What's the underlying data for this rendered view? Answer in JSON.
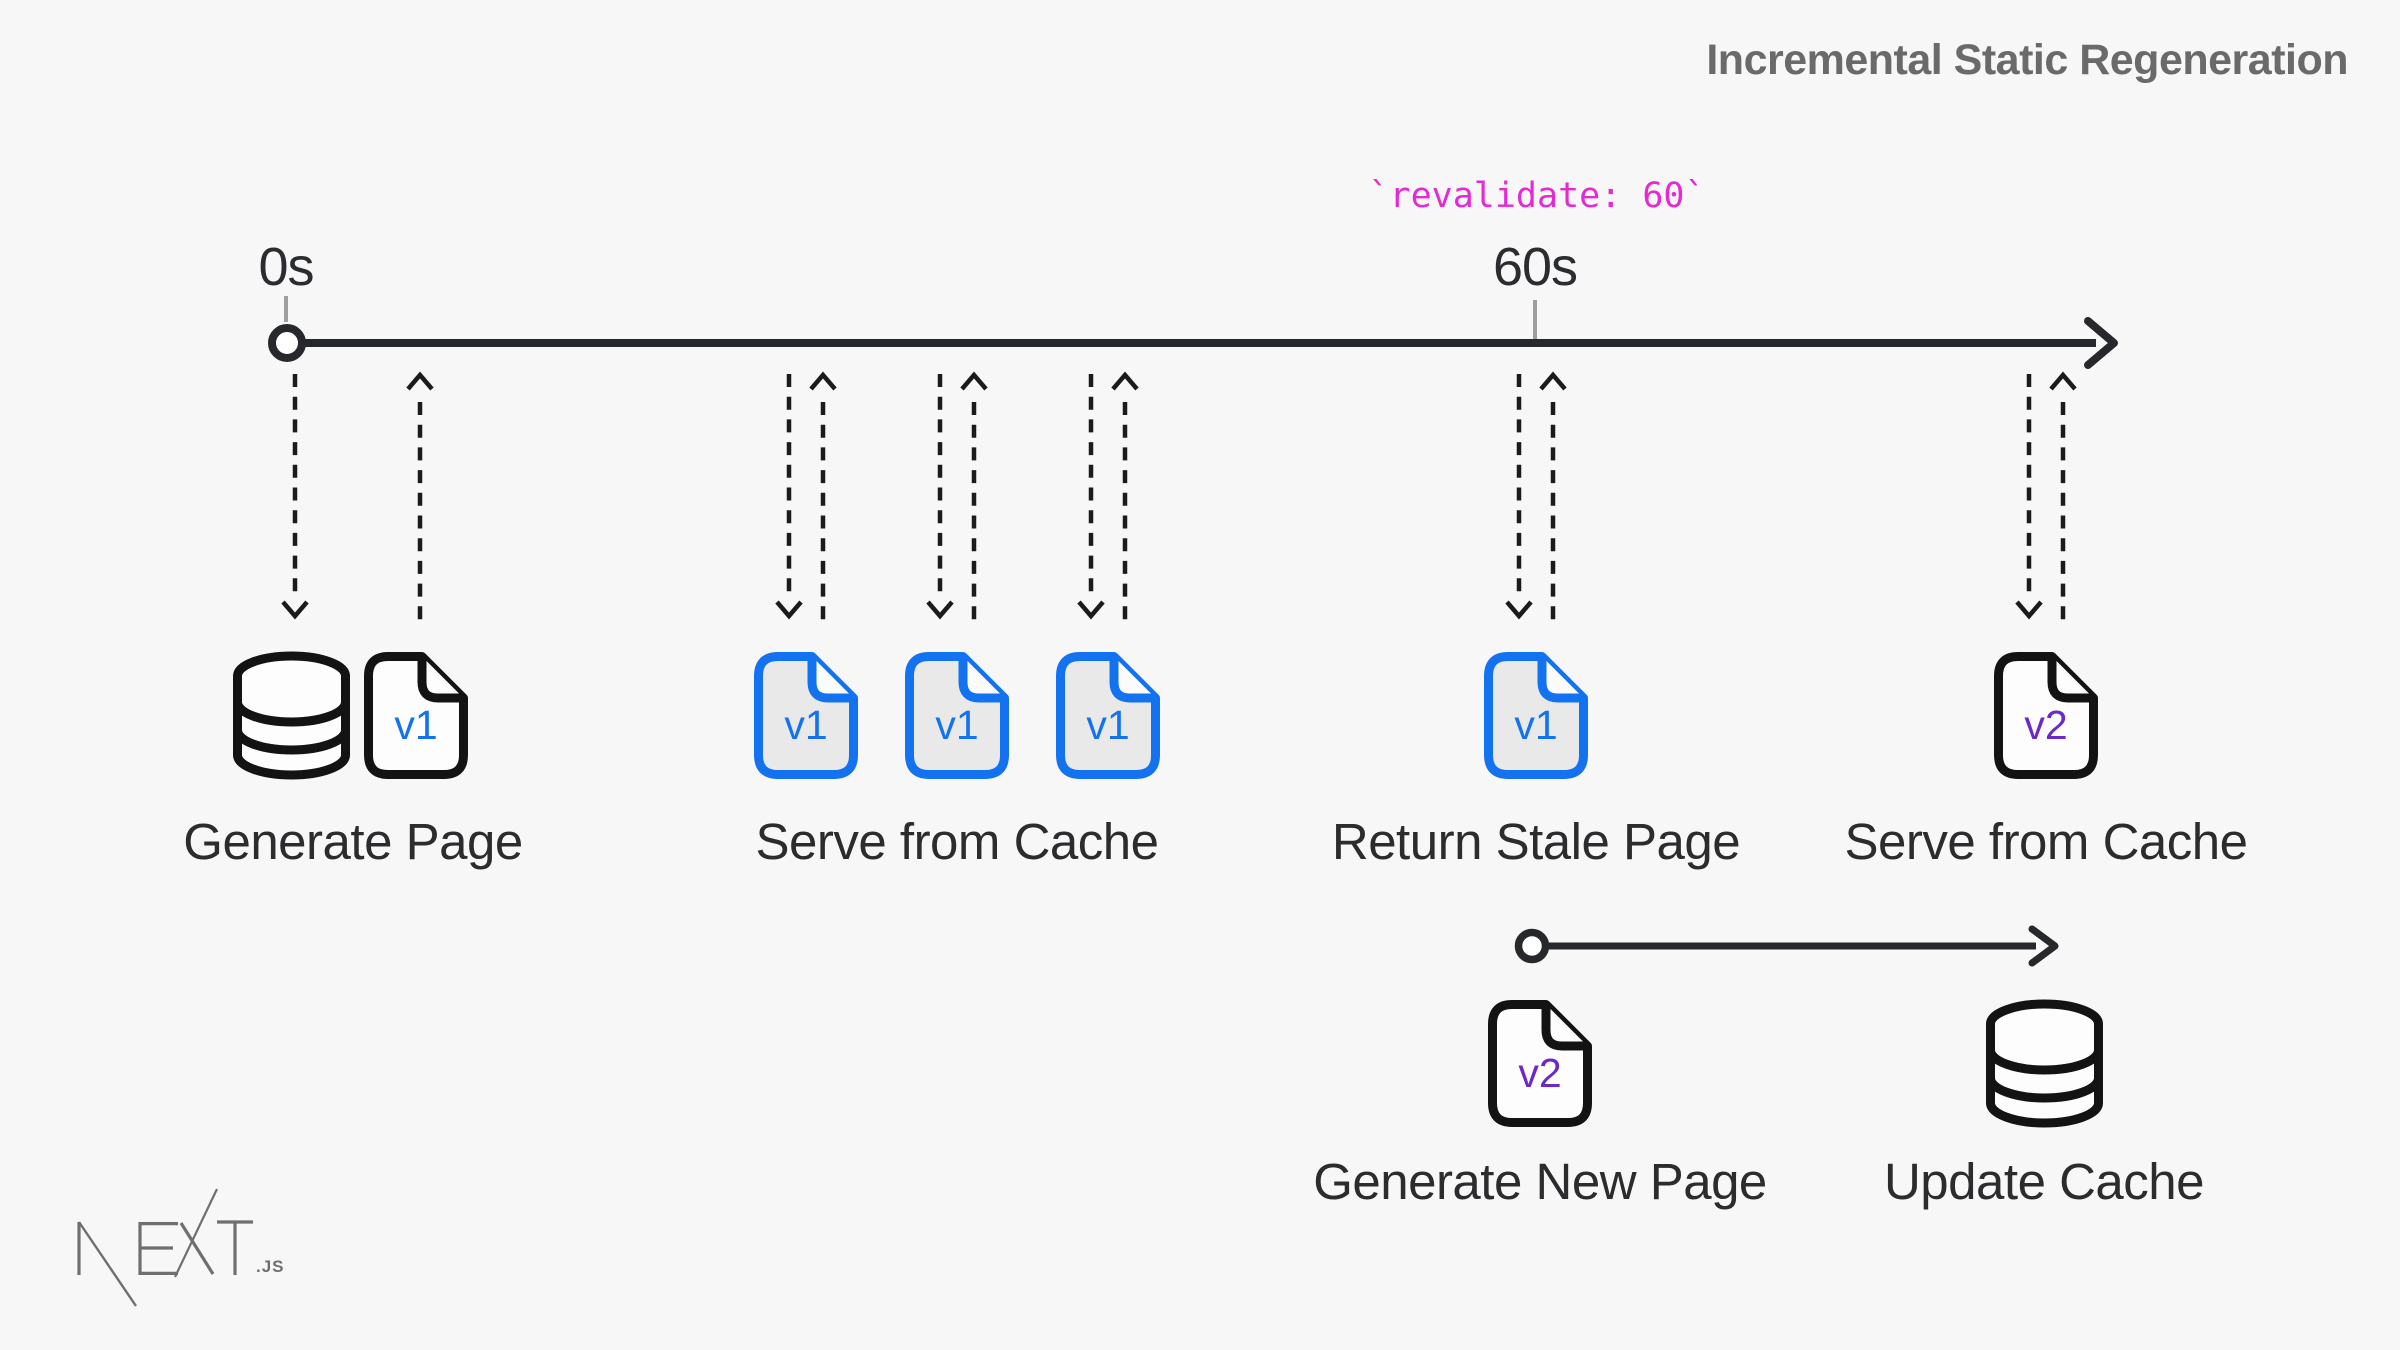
{
  "header": {
    "title": "Incremental Static Regeneration"
  },
  "annotation": {
    "code": "`revalidate: 60`"
  },
  "timeline": {
    "ticks": [
      {
        "label": "0s"
      },
      {
        "label": "60s"
      }
    ]
  },
  "sections": [
    {
      "label": "Generate Page",
      "file_versions": [
        "v1"
      ]
    },
    {
      "label": "Serve from Cache",
      "file_versions": [
        "v1",
        "v1",
        "v1"
      ]
    },
    {
      "label": "Return Stale Page",
      "file_versions": [
        "v1"
      ]
    },
    {
      "label": "Serve from Cache",
      "file_versions": [
        "v2"
      ]
    }
  ],
  "regeneration": [
    {
      "label": "Generate New Page",
      "file_versions": [
        "v2"
      ]
    },
    {
      "label": "Update Cache",
      "file_versions": []
    }
  ],
  "logo": {
    "wordmark": "NEXT",
    "suffix": ".JS"
  },
  "colors": {
    "background": "#f7f7f8",
    "ink": "#26282c",
    "label_text": "#2c2c2e",
    "title_text": "#6a6a6a",
    "tick_gray": "#9e9e9e",
    "blue_accent": "#1272ef",
    "purple_accent": "#6d28c9",
    "magenta_code": "#e32bd2",
    "cached_file_fill": "#e9e9ea"
  }
}
